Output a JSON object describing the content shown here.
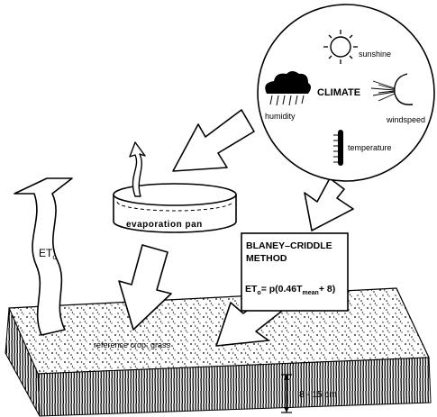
{
  "climate": {
    "title": "CLIMATE",
    "factors": {
      "sunshine": "sunshine",
      "humidity": "humidity",
      "windspeed": "windspeed",
      "temperature": "temperature"
    }
  },
  "evaporation_pan": {
    "label": "evaporation pan"
  },
  "method": {
    "title_line1": "BLANEY–CRIDDLE",
    "title_line2": "METHOD",
    "formula": {
      "prefix": "ET",
      "prefix_sub": "o",
      "middle": "= p(0.46T",
      "t_sub": "mean",
      "suffix": "+ 8)"
    }
  },
  "et_arrow": {
    "label": "ET",
    "sub": "o"
  },
  "crop": {
    "label": "reference crop: grass"
  },
  "height": {
    "label": "8 - 15 cm"
  },
  "colors": {
    "ink": "#000000",
    "paper": "#ffffff"
  }
}
